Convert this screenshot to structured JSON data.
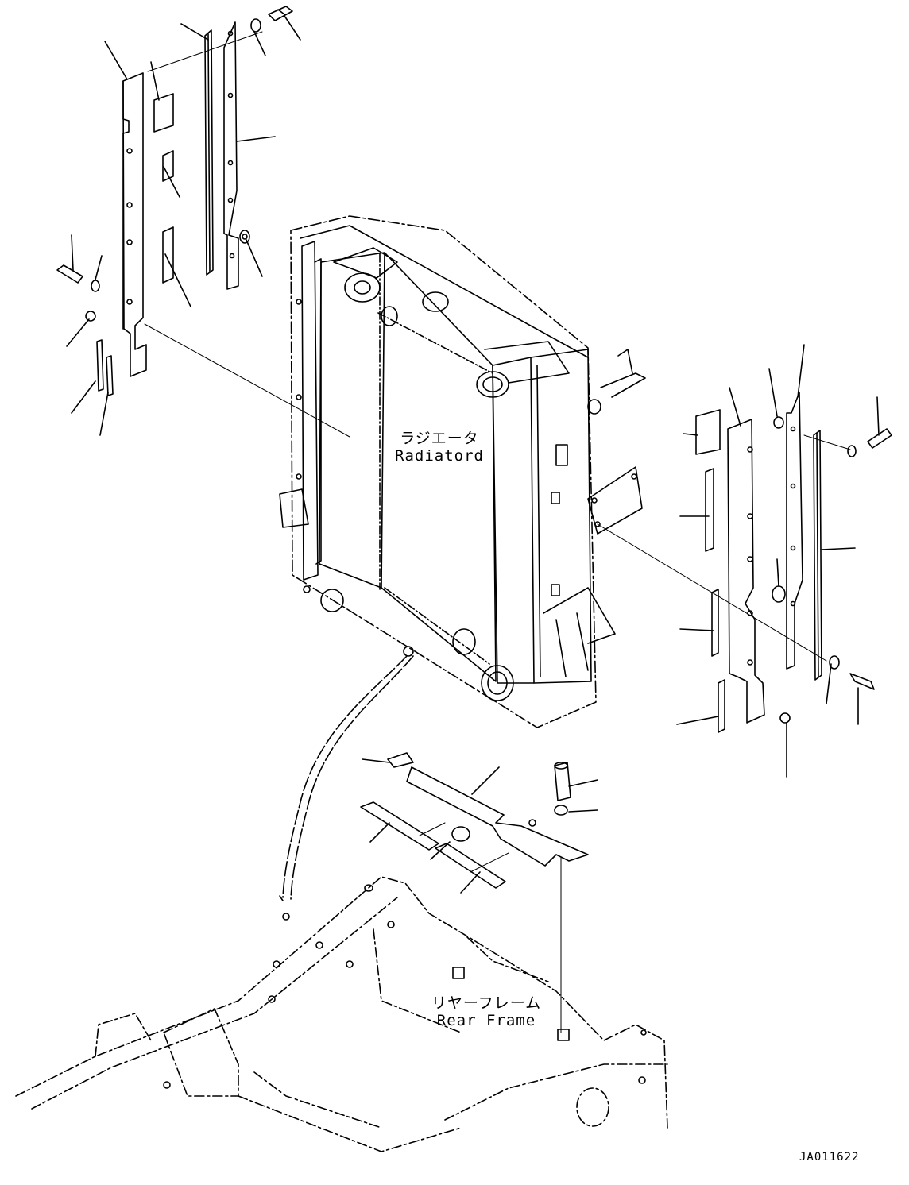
{
  "labels": {
    "radiator_jp": "ラジエータ",
    "radiator_en": "Radiatord",
    "frame_jp": "リヤーフレーム",
    "frame_en": "Rear Frame"
  },
  "drawing_code": "JA011622",
  "colors": {
    "line": "#000000",
    "background": "#ffffff"
  }
}
